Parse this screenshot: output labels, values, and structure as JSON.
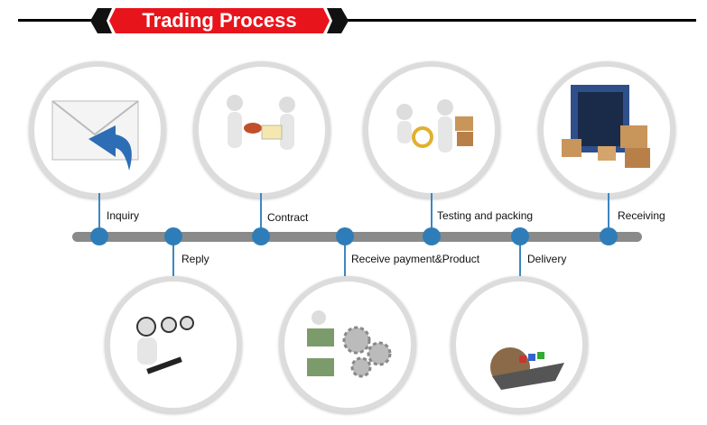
{
  "header": {
    "title": "Trading Process"
  },
  "colors": {
    "banner_red": "#e8141c",
    "accent_blue": "#2f7db8",
    "bar_gray": "#8a8a8a"
  },
  "steps": [
    {
      "label": "Inquiry",
      "icon": "envelope-reply-icon"
    },
    {
      "label": "Reply",
      "icon": "call-center-icon"
    },
    {
      "label": "Contract",
      "icon": "contract-stamp-icon"
    },
    {
      "label": "Receive payment&Product",
      "icon": "money-gears-icon"
    },
    {
      "label": "Testing and packing",
      "icon": "inspection-boxes-icon"
    },
    {
      "label": "Delivery",
      "icon": "cargo-ship-globe-icon"
    },
    {
      "label": "Receiving",
      "icon": "container-boxes-icon"
    }
  ]
}
